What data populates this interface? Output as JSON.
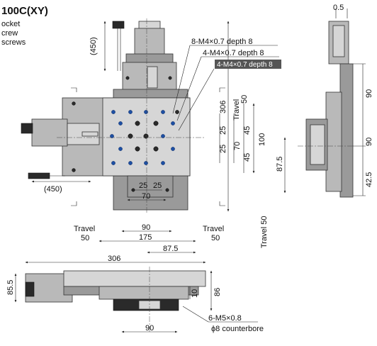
{
  "title": {
    "model_partial": "100C(XY)",
    "line1": "ocket",
    "line2": "crew",
    "line3": "screws"
  },
  "callouts": {
    "m4_8": "8-M4×0.7 depth 8",
    "m4_4a": "4-M4×0.7 depth 8",
    "m4_4b": "4-M4×0.7 depth 8",
    "m5": "6-M5×0.8",
    "cbore": "ϕ8 counterbore"
  },
  "top_view": {
    "cable_len_top": "(450)",
    "cable_len_left": "(450)",
    "travel_right_label": "Travel",
    "travel_right_value": "50",
    "travel_bottom_label": "Travel 50",
    "dim_306_v": "306",
    "dim_100": "100",
    "dim_87_5_v": "87.5",
    "dim_25a_v": "25",
    "dim_25b_v": "25",
    "dim_70_v": "70",
    "dim_45a": "45",
    "dim_45b": "45",
    "dim_25a_h": "25",
    "dim_25b_h": "25",
    "dim_70_h": "70",
    "dim_90_h": "90",
    "dim_175": "175",
    "dim_87_5_h": "87.5",
    "dim_306_h": "306",
    "travel_left_label": "Travel",
    "travel_left_value": "50",
    "travel_mid_label": "Travel",
    "travel_mid_value": "50"
  },
  "side_view": {
    "dim_0_5": "0.5",
    "dim_90_top": "90",
    "dim_90_bottom": "90",
    "dim_42_5": "42.5"
  },
  "front_view": {
    "dim_85_5": "85.5",
    "dim_86": "86",
    "dim_10": "10",
    "dim_90": "90"
  }
}
